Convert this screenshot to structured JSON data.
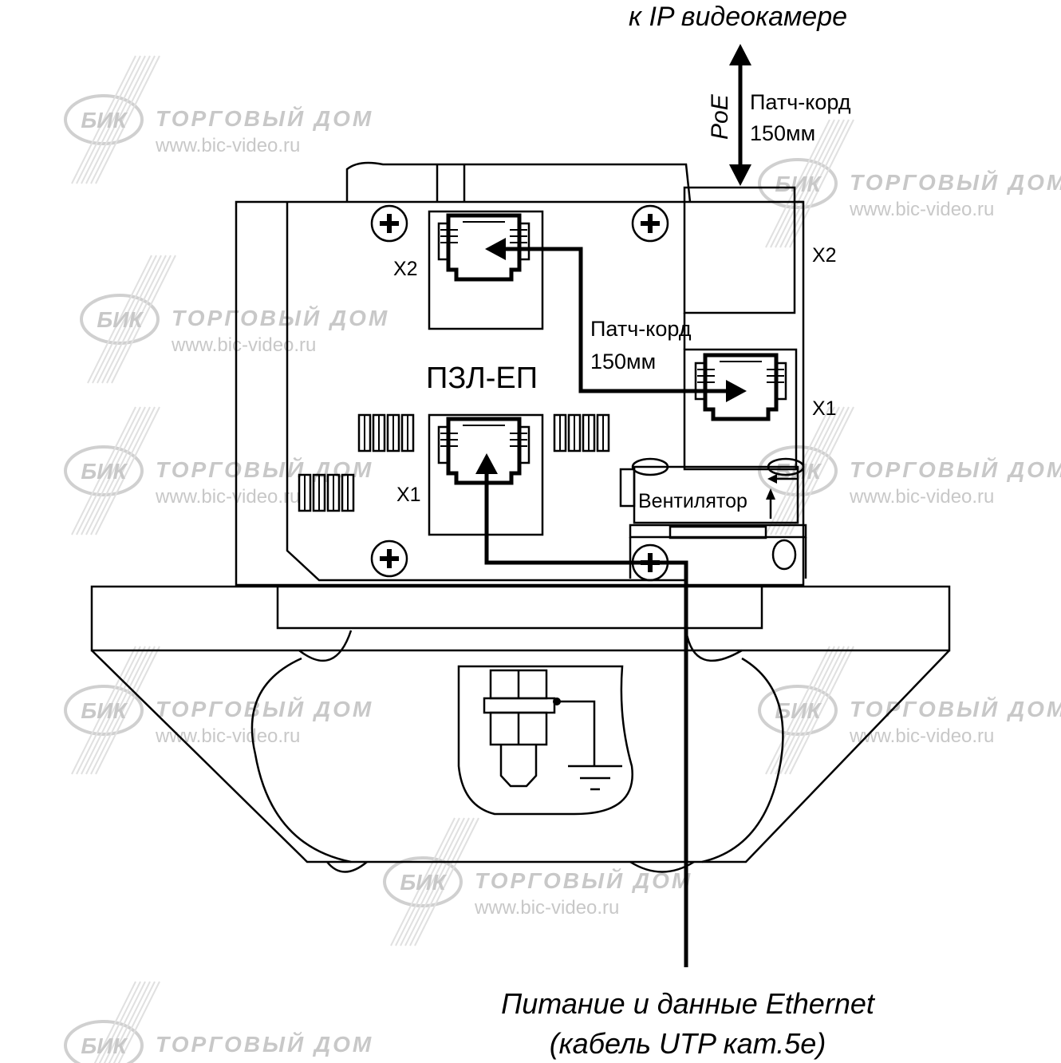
{
  "labels": {
    "to_camera": "к IP видеокамере",
    "poe": "PoE",
    "patch_cord_top": "Патч-корд",
    "patch_cord_top_len": "150мм",
    "patch_cord_mid": "Патч-корд",
    "patch_cord_mid_len": "150мм",
    "x2_board": "X2",
    "x1_board": "X1",
    "x2_module": "X2",
    "x1_module": "X1",
    "device_name": "ПЗЛ-ЕП",
    "fan": "Вентилятор",
    "power_data": "Питание и данные Ethernet",
    "cable_type": "(кабель UTP кат.5е)"
  },
  "watermark": {
    "logo": "БИК",
    "company": "ТОРГОВЫЙ ДОМ",
    "url": "www.bic-video.ru"
  }
}
